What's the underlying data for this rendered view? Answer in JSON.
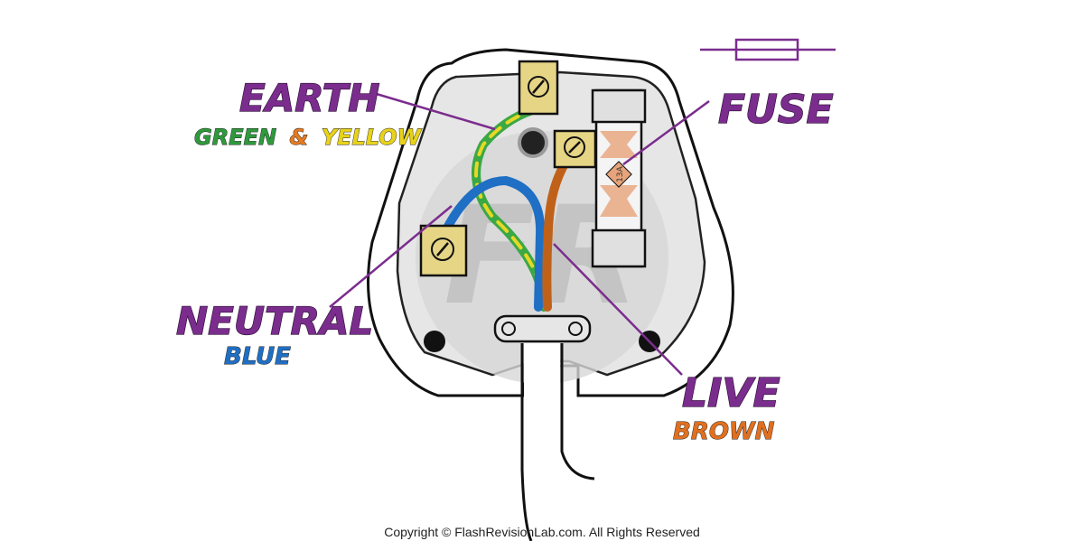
{
  "labels": {
    "earth": {
      "title": "EARTH",
      "green": "GREEN",
      "amp": "&",
      "yellow": "YELLOW"
    },
    "neutral": {
      "title": "NEUTRAL",
      "sub": "BLUE"
    },
    "live": {
      "title": "LIVE",
      "sub": "BROWN"
    },
    "fuse": {
      "title": "FUSE",
      "rating": "13A"
    }
  },
  "watermark": "FR",
  "copyright": "Copyright © FlashRevisionLab.com. All Rights Reserved",
  "colors": {
    "label_purple": "#7b2d8e",
    "green": "#2e9a3c",
    "amp_orange": "#e57a22",
    "yellow": "#e8d21a",
    "blue": "#1f6fc4",
    "brown": "#e07020",
    "live_wire": "#c0611a",
    "neutral_wire": "#1f6fc4",
    "earth_wire_green": "#3aa845",
    "earth_wire_yellow": "#e7d727",
    "terminal_brass": "#e6d585",
    "plug_body": "#e6e6e6"
  }
}
